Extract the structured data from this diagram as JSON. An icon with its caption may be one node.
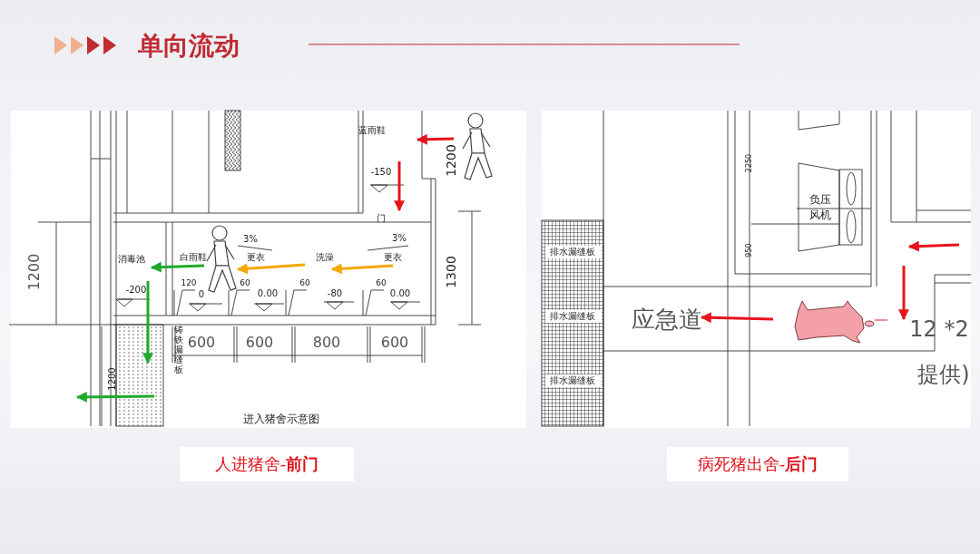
{
  "diagram": {
    "title": "单向流动",
    "nodes": [
      {
        "text": [
          "人进猪舍-**前门**"
        ]
      },
      {
        "text": [
          "病死猪出舍-**后门**"
        ]
      }
    ],
    "labels": [
      "蓝雨鞋",
      "-150",
      "门",
      "1200",
      "消毒池",
      "白雨鞋",
      "3%",
      "更衣",
      "洗澡",
      "3%",
      "更衣",
      "1200",
      "1300",
      "-200",
      "120",
      "0",
      "60",
      "0.00",
      "60",
      "-80",
      "60",
      "0.00",
      "铸铁漏缝板",
      "600",
      "600",
      "800",
      "600",
      "1200",
      "进入猪舍示意图",
      "2250",
      "负压",
      "风机",
      "排水漏缝板",
      "950",
      "排水漏缝板",
      "排水漏缝板",
      "应急道",
      "12 *2",
      "提供)"
    ]
  }
}
